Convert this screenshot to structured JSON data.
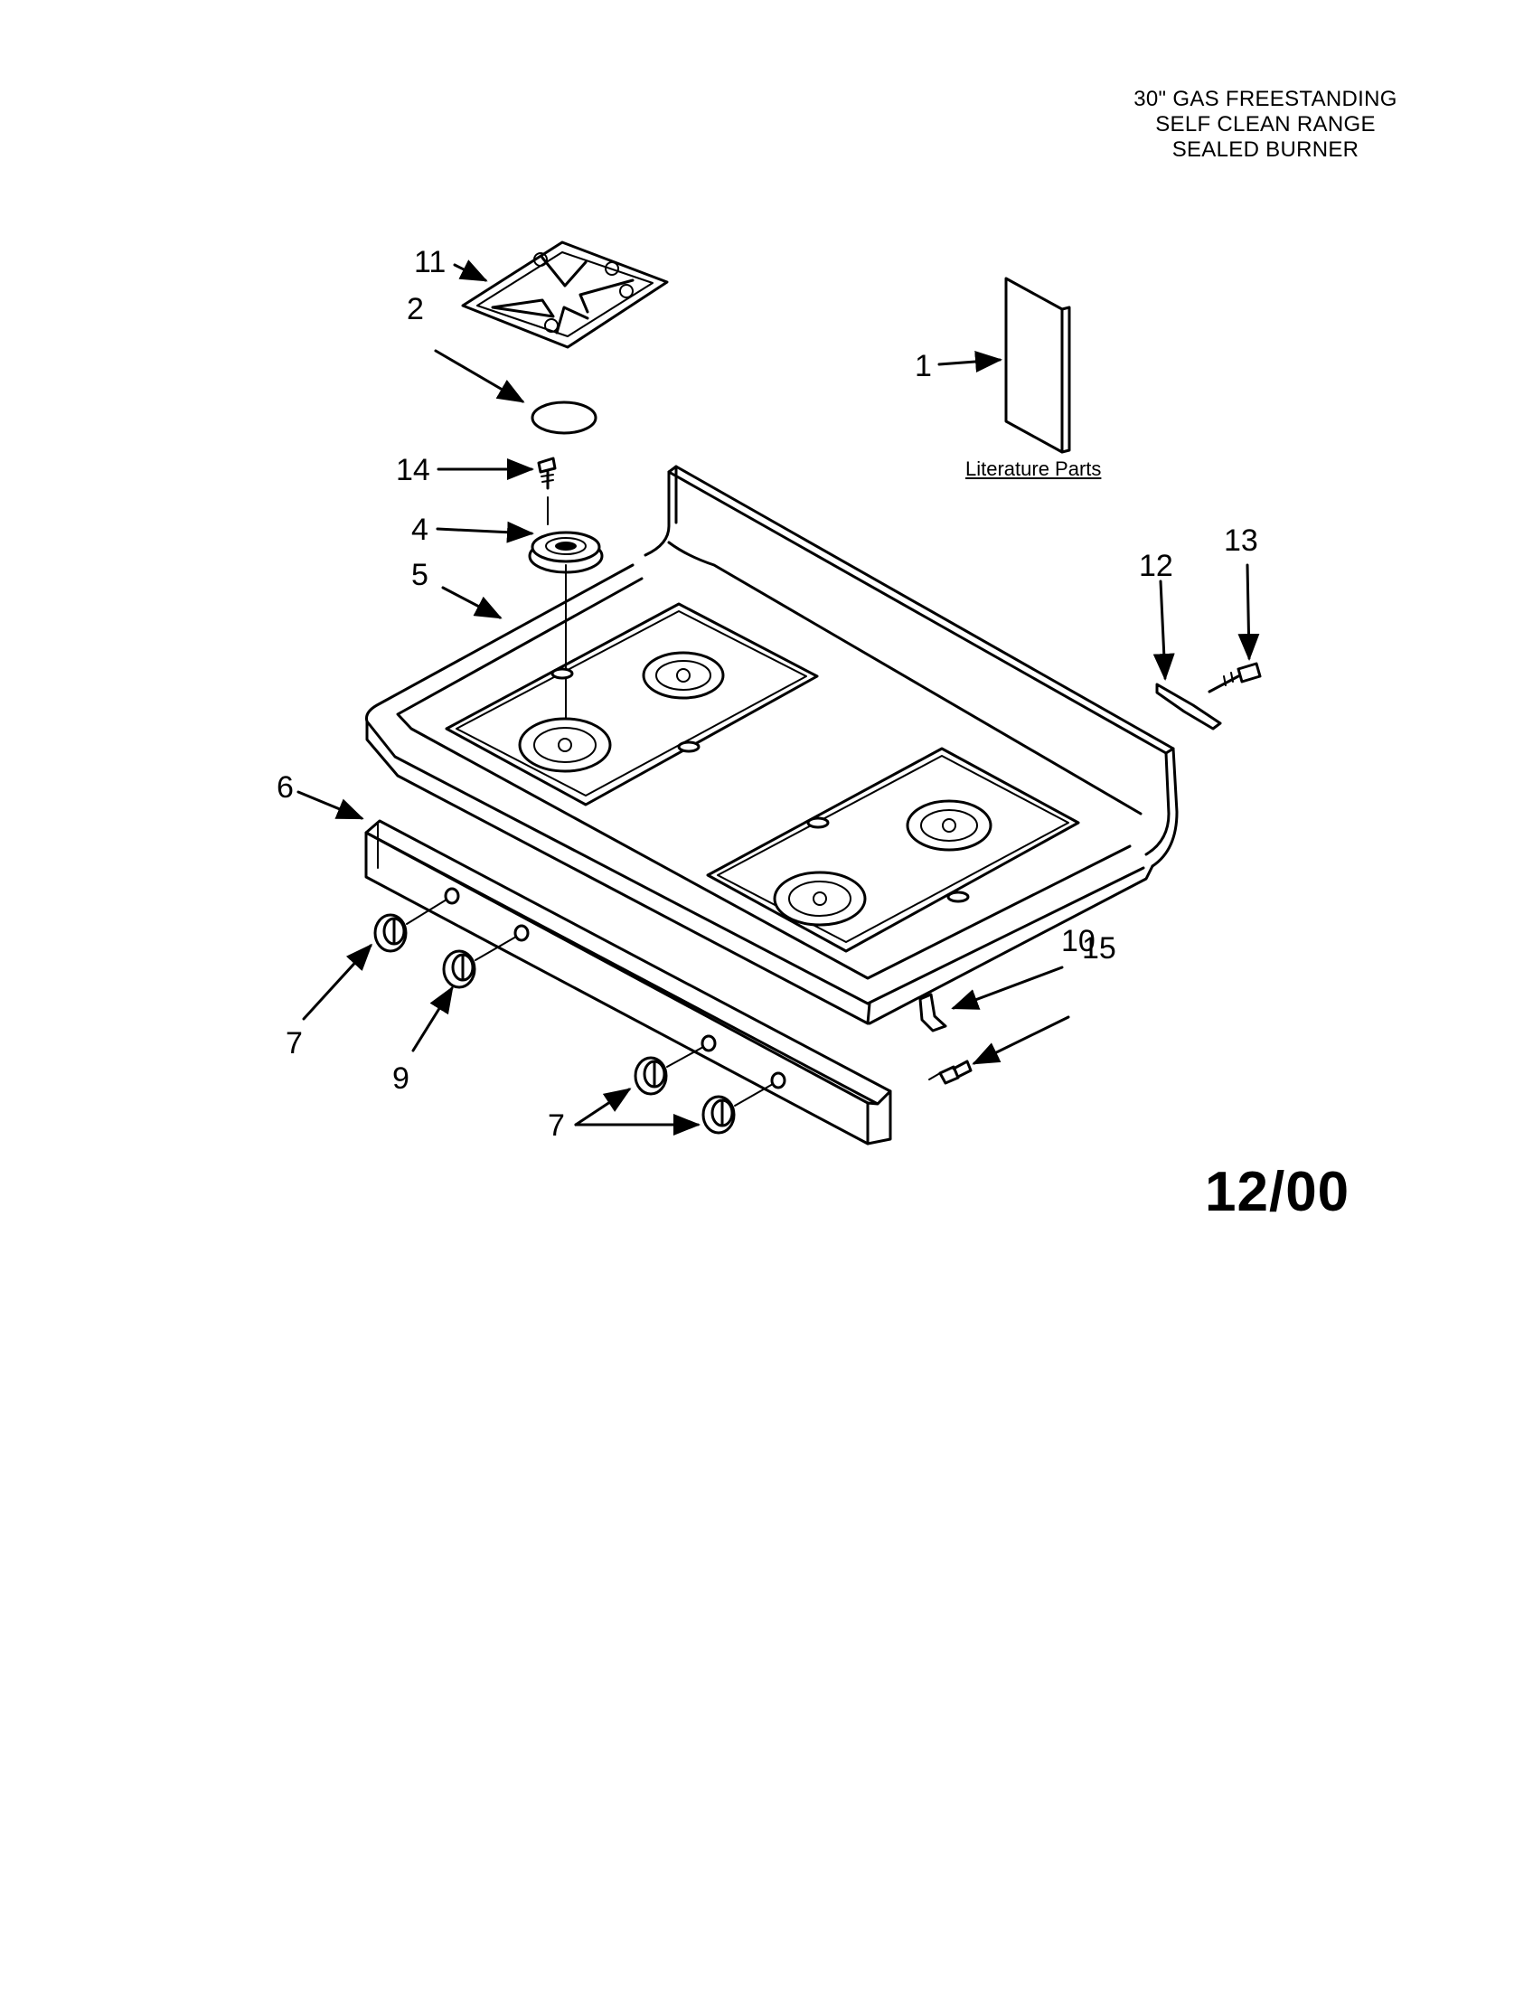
{
  "header": {
    "title_lines": [
      "30\" GAS FREESTANDING",
      "SELF CLEAN RANGE",
      "SEALED BURNER"
    ]
  },
  "literature_label": "Literature Parts",
  "date_code": "12/00",
  "callouts": {
    "c1": "1",
    "c2": "2",
    "c4": "4",
    "c5": "5",
    "c6": "6",
    "c7a": "7",
    "c7b": "7",
    "c9": "9",
    "c10": "10",
    "c11": "11",
    "c12": "12",
    "c13": "13",
    "c14": "14",
    "c15": "15"
  },
  "colors": {
    "line": "#000000",
    "background": "#ffffff"
  }
}
